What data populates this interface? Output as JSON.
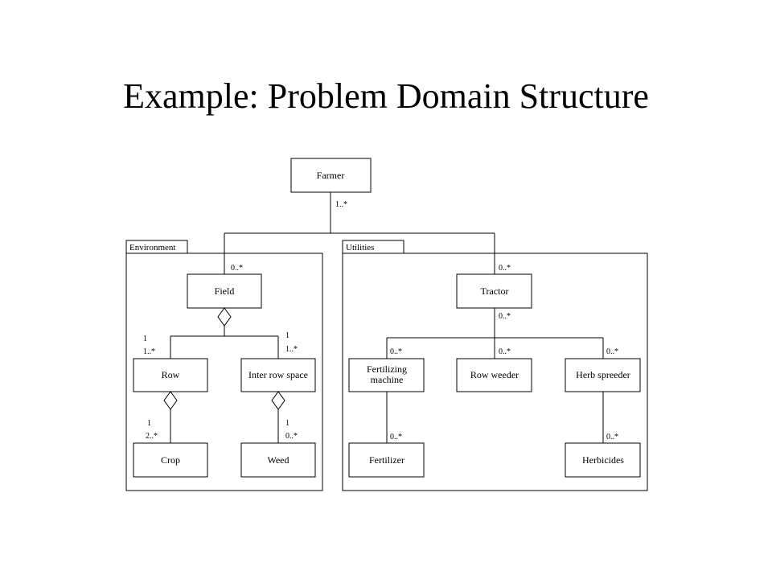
{
  "title": "Example: Problem Domain Structure",
  "packages": {
    "environment": "Environment",
    "utilities": "Utilities"
  },
  "classes": {
    "farmer": "Farmer",
    "field": "Field",
    "row": "Row",
    "inter_row_space": "Inter row space",
    "crop": "Crop",
    "weed": "Weed",
    "tractor": "Tractor",
    "fertilizing_machine_line1": "Fertilizing",
    "fertilizing_machine_line2": "machine",
    "row_weeder": "Row weeder",
    "herb_spreeder": "Herb spreeder",
    "fertilizer": "Fertilizer",
    "herbicides": "Herbicides"
  },
  "multiplicities": {
    "farmer_out": "1..*",
    "field_in": "0..*",
    "tractor_in": "0..*",
    "field_row_one": "1",
    "field_row_many": "1..*",
    "field_inter_one": "1",
    "field_inter_many": "1..*",
    "row_crop_one": "1",
    "row_crop_many": "2..*",
    "inter_weed_one": "1",
    "inter_weed_many": "0..*",
    "tractor_out": "0..*",
    "fert_machine": "0..*",
    "row_weeder": "0..*",
    "herb_spreeder": "0..*",
    "fertilizer": "0..*",
    "herbicides": "0..*"
  }
}
